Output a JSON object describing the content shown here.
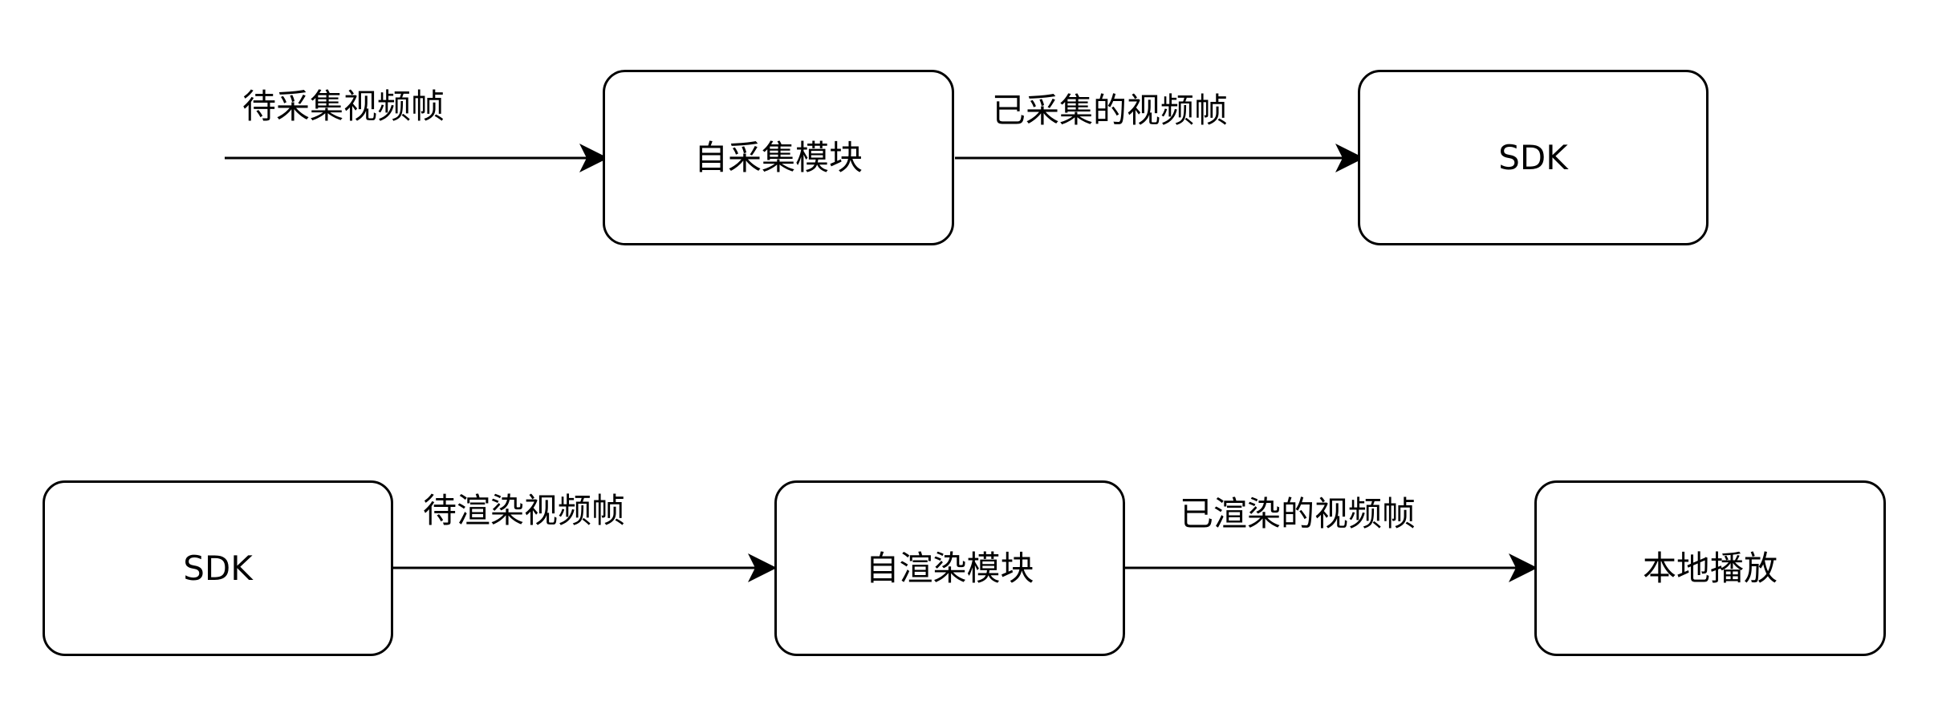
{
  "diagram": {
    "top_row": {
      "input_label": "待采集视频帧",
      "module": "自采集模块",
      "edge_label": "已采集的视频帧",
      "target": "SDK"
    },
    "bottom_row": {
      "source": "SDK",
      "edge_label_1": "待渲染视频帧",
      "module": "自渲染模块",
      "edge_label_2": "已渲染的视频帧",
      "target": "本地播放"
    }
  }
}
